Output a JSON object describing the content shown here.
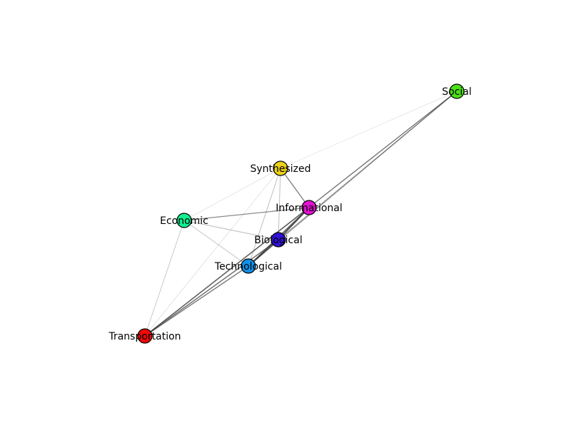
{
  "graph": {
    "nodes": [
      {
        "id": "social",
        "label": "Social",
        "color": "#4be01a"
      },
      {
        "id": "synthesized",
        "label": "Synthesized",
        "color": "#ecd21a"
      },
      {
        "id": "informational",
        "label": "Informational",
        "color": "#e010d0"
      },
      {
        "id": "economic",
        "label": "Economic",
        "color": "#10f090"
      },
      {
        "id": "biological",
        "label": "Biological",
        "color": "#3010d8"
      },
      {
        "id": "technological",
        "label": "Technological",
        "color": "#1090e8"
      },
      {
        "id": "transportation",
        "label": "Transportation",
        "color": "#f00808"
      }
    ],
    "edges": [
      {
        "source": "social",
        "target": "transportation",
        "weight": 0.55
      },
      {
        "source": "social",
        "target": "technological",
        "weight": 0.5
      },
      {
        "source": "social",
        "target": "biological",
        "weight": 0.5
      },
      {
        "source": "social",
        "target": "informational",
        "weight": 0.4
      },
      {
        "source": "social",
        "target": "synthesized",
        "weight": 0.08
      },
      {
        "source": "synthesized",
        "target": "informational",
        "weight": 0.65
      },
      {
        "source": "synthesized",
        "target": "biological",
        "weight": 0.3
      },
      {
        "source": "synthesized",
        "target": "technological",
        "weight": 0.3
      },
      {
        "source": "synthesized",
        "target": "economic",
        "weight": 0.1
      },
      {
        "source": "synthesized",
        "target": "transportation",
        "weight": 0.1
      },
      {
        "source": "economic",
        "target": "informational",
        "weight": 0.6
      },
      {
        "source": "economic",
        "target": "biological",
        "weight": 0.3
      },
      {
        "source": "economic",
        "target": "technological",
        "weight": 0.25
      },
      {
        "source": "economic",
        "target": "transportation",
        "weight": 0.25
      },
      {
        "source": "informational",
        "target": "biological",
        "weight": 0.95
      },
      {
        "source": "informational",
        "target": "technological",
        "weight": 0.9
      },
      {
        "source": "informational",
        "target": "transportation",
        "weight": 0.7
      },
      {
        "source": "biological",
        "target": "technological",
        "weight": 0.95
      },
      {
        "source": "biological",
        "target": "transportation",
        "weight": 0.75
      },
      {
        "source": "technological",
        "target": "transportation",
        "weight": 0.7
      }
    ]
  }
}
